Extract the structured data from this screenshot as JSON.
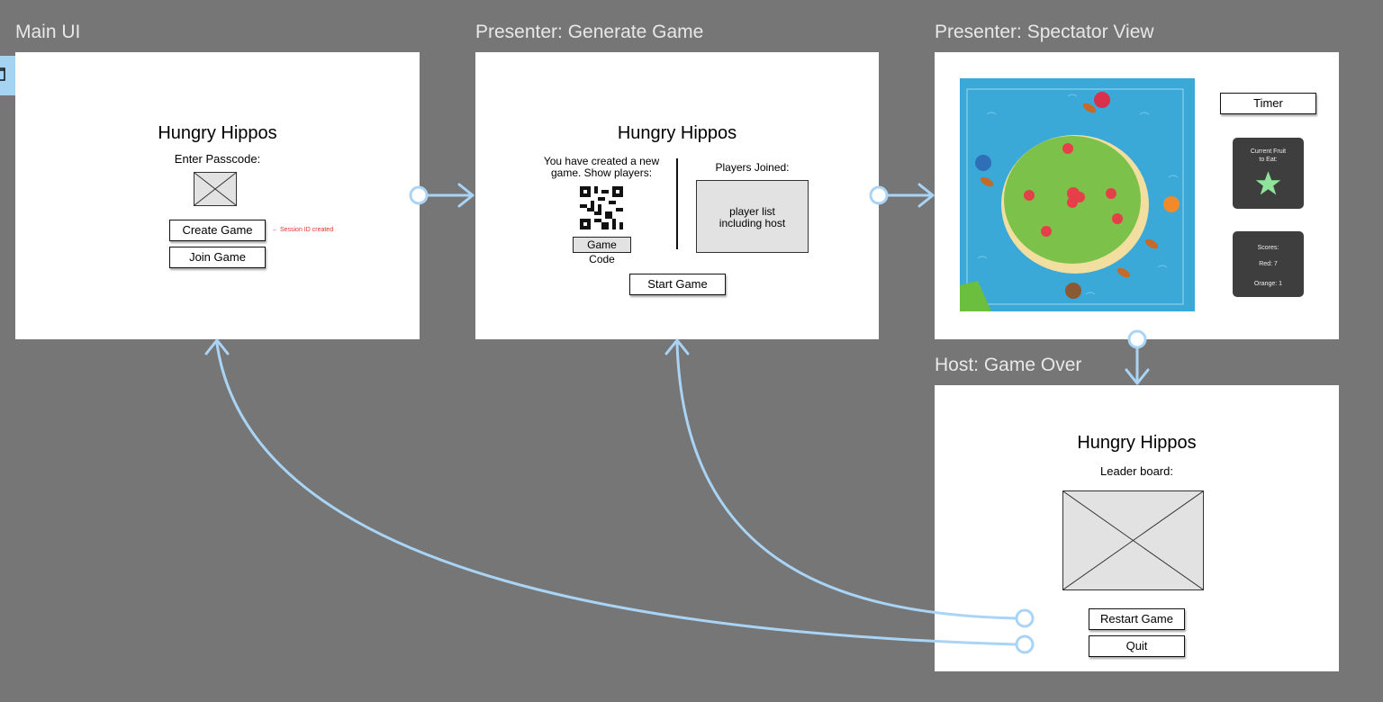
{
  "frames": {
    "main_ui": {
      "title": "Main UI",
      "app_title": "Hungry Hippos",
      "passcode_label": "Enter Passcode:",
      "create_button": "Create Game",
      "join_button": "Join Game",
      "annotation": "← Session ID created"
    },
    "generate": {
      "title": "Presenter: Generate Game",
      "app_title": "Hungry Hippos",
      "created_line1": "You have created a new",
      "created_line2": "game. Show players:",
      "game_code": "Game Code",
      "players_joined": "Players Joined:",
      "player_list_line1": "player list",
      "player_list_line2": "including host",
      "start_button": "Start Game"
    },
    "spectator": {
      "title": "Presenter: Spectator View",
      "timer": "Timer",
      "current_fruit_line1": "Current Fruit",
      "current_fruit_line2": "to Eat:",
      "scores_label": "Scores:",
      "score_red": "Red: 7",
      "score_orange": "Orange: 1",
      "star_color": "#8fe39a"
    },
    "game_over": {
      "title": "Host: Game Over",
      "app_title": "Hungry Hippos",
      "leaderboard_label": "Leader board:",
      "restart_button": "Restart Game",
      "quit_button": "Quit"
    }
  },
  "colors": {
    "background": "#767676",
    "connector": "#a9d4f5",
    "annotation": "#e8322b",
    "water": "#3aa9d8",
    "grass": "#7cc14a",
    "sand": "#f2dfa0"
  }
}
